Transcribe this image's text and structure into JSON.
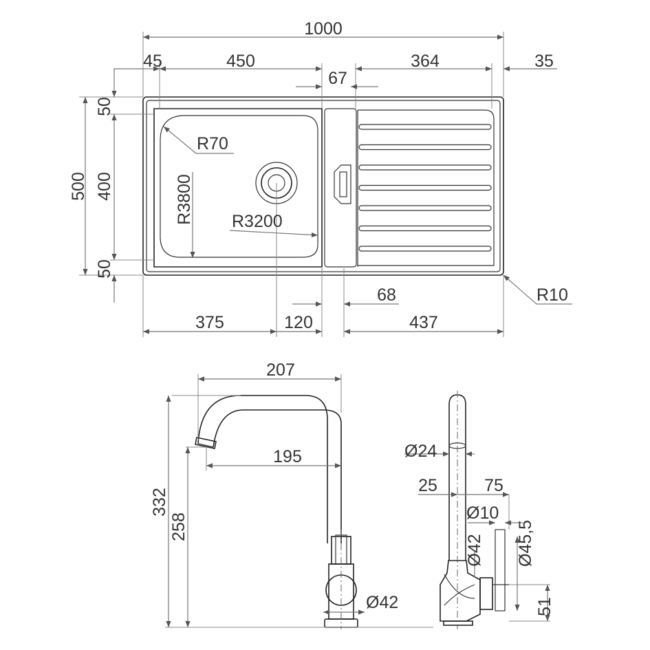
{
  "sink": {
    "width_total": "1000",
    "left_margin": "45",
    "bowl_width": "450",
    "divider_gap": "67",
    "drainer_width": "364",
    "right_margin": "35",
    "height_total": "500",
    "top_margin": "50",
    "bowl_height": "400",
    "bottom_margin": "50",
    "corner_radius_bowl": "R70",
    "bottom_radius": "R3800",
    "side_radius": "R3200",
    "corner_radius_outer": "R10",
    "drain_left": "375",
    "drain_offset": "120",
    "drainer_offset": "68",
    "drainer_span": "437",
    "drainer_groove_count": 7
  },
  "faucet": {
    "total_reach": "207",
    "spout_reach": "195",
    "total_height": "332",
    "spout_height": "258",
    "base_diameter": "Ø42",
    "spout_diameter": "Ø24",
    "side_offset_left": "25",
    "side_offset_right": "75",
    "hose_diameter": "Ø10",
    "body_diameter": "Ø42",
    "hole_diameter": "Ø45,5",
    "base_height": "51"
  }
}
